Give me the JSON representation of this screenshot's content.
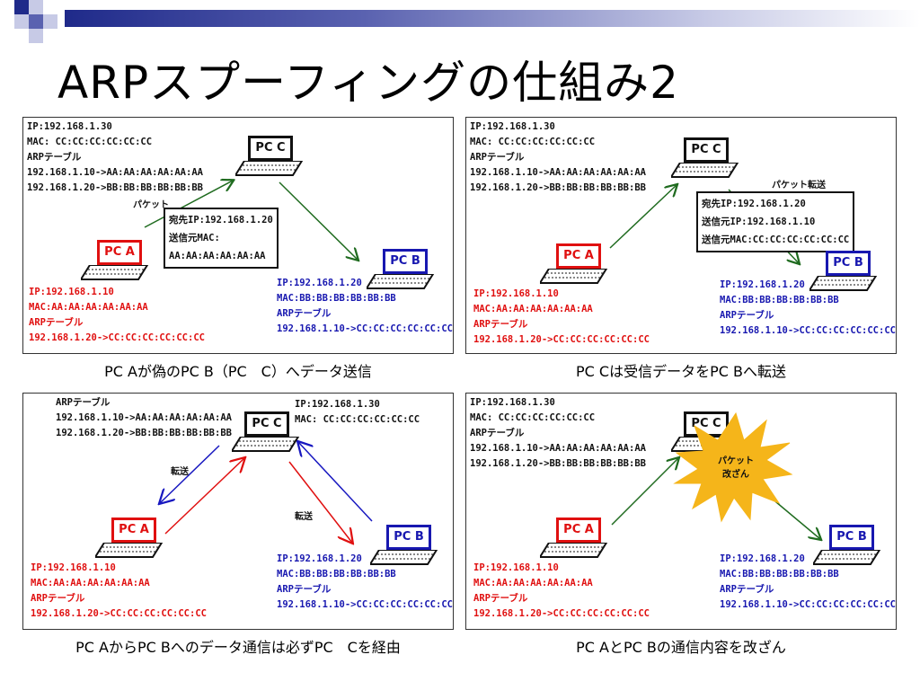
{
  "slide": {
    "title": "ARPスプーフィングの仕組み2"
  },
  "panels": [
    {
      "caption": "PC Aが偽のPC B（PC　C）へデータ送信",
      "pc_c": {
        "label": "PC C",
        "ip": "IP:192.168.1.30",
        "mac": "MAC: CC:CC:CC:CC:CC:CC",
        "arp_title": "ARPテーブル",
        "arp_rows": [
          "192.168.1.10->AA:AA:AA:AA:AA:AA",
          "192.168.1.20->BB:BB:BB:BB:BB:BB"
        ]
      },
      "pc_a": {
        "label": "PC A",
        "ip": "IP:192.168.1.10",
        "mac": "MAC:AA:AA:AA:AA:AA:AA",
        "arp_title": "ARPテーブル",
        "arp_rows": [
          "192.168.1.20->CC:CC:CC:CC:CC:CC"
        ]
      },
      "pc_b": {
        "label": "PC B",
        "ip": "IP:192.168.1.20",
        "mac": "MAC:BB:BB:BB:BB:BB:BB",
        "arp_title": "ARPテーブル",
        "arp_rows": [
          "192.168.1.10->CC:CC:CC:CC:CC:CC"
        ]
      },
      "packet_label": "パケット",
      "packet_lines": [
        "宛先IP:192.168.1.20",
        "送信元MAC:",
        "AA:AA:AA:AA:AA:AA"
      ]
    },
    {
      "caption": "PC Cは受信データをPC Bへ転送",
      "pc_c": {
        "label": "PC C",
        "ip": "IP:192.168.1.30",
        "mac": "MAC: CC:CC:CC:CC:CC:CC",
        "arp_title": "ARPテーブル",
        "arp_rows": [
          "192.168.1.10->AA:AA:AA:AA:AA:AA",
          "192.168.1.20->BB:BB:BB:BB:BB:BB"
        ]
      },
      "pc_a": {
        "label": "PC A",
        "ip": "IP:192.168.1.10",
        "mac": "MAC:AA:AA:AA:AA:AA:AA",
        "arp_title": "ARPテーブル",
        "arp_rows": [
          "192.168.1.20->CC:CC:CC:CC:CC:CC"
        ]
      },
      "pc_b": {
        "label": "PC B",
        "ip": "IP:192.168.1.20",
        "mac": "MAC:BB:BB:BB:BB:BB:BB",
        "arp_title": "ARPテーブル",
        "arp_rows": [
          "192.168.1.10->CC:CC:CC:CC:CC:CC"
        ]
      },
      "packet_label": "パケット転送",
      "packet_lines": [
        "宛先IP:192.168.1.20",
        "送信元IP:192.168.1.10",
        "送信元MAC:CC:CC:CC:CC:CC:CC"
      ]
    },
    {
      "caption": "PC AからPC Bへのデータ通信は必ずPC　Cを経由",
      "pc_c": {
        "label": "PC C",
        "ip": "IP:192.168.1.30",
        "mac": "MAC: CC:CC:CC:CC:CC:CC",
        "arp_title": "ARPテーブル",
        "arp_rows": [
          "192.168.1.10->AA:AA:AA:AA:AA:AA",
          "192.168.1.20->BB:BB:BB:BB:BB:BB"
        ]
      },
      "pc_a": {
        "label": "PC A",
        "ip": "IP:192.168.1.10",
        "mac": "MAC:AA:AA:AA:AA:AA:AA",
        "arp_title": "ARPテーブル",
        "arp_rows": [
          "192.168.1.20->CC:CC:CC:CC:CC:CC"
        ]
      },
      "pc_b": {
        "label": "PC B",
        "ip": "IP:192.168.1.20",
        "mac": "MAC:BB:BB:BB:BB:BB:BB",
        "arp_title": "ARPテーブル",
        "arp_rows": [
          "192.168.1.10->CC:CC:CC:CC:CC:CC"
        ]
      },
      "transfer_label_1": "転送",
      "transfer_label_2": "転送"
    },
    {
      "caption": "PC AとPC Bの通信内容を改ざん",
      "pc_c": {
        "label": "PC C",
        "ip": "IP:192.168.1.30",
        "mac": "MAC: CC:CC:CC:CC:CC:CC",
        "arp_title": "ARPテーブル",
        "arp_rows": [
          "192.168.1.10->AA:AA:AA:AA:AA:AA",
          "192.168.1.20->BB:BB:BB:BB:BB:BB"
        ]
      },
      "pc_a": {
        "label": "PC A",
        "ip": "IP:192.168.1.10",
        "mac": "MAC:AA:AA:AA:AA:AA:AA",
        "arp_title": "ARPテーブル",
        "arp_rows": [
          "192.168.1.20->CC:CC:CC:CC:CC:CC"
        ]
      },
      "pc_b": {
        "label": "PC B",
        "ip": "IP:192.168.1.20",
        "mac": "MAC:BB:BB:BB:BB:BB:BB",
        "arp_title": "ARPテーブル",
        "arp_rows": [
          "192.168.1.10->CC:CC:CC:CC:CC:CC"
        ]
      },
      "burst_lines": [
        "パケット",
        "改ざん"
      ]
    }
  ],
  "colors": {
    "pc_a": "#e01010",
    "pc_b": "#1818b0",
    "pc_c": "#111111",
    "arrow_green": "#1f6b1f",
    "arrow_red": "#e01010",
    "arrow_blue": "#1818c0",
    "burst": "#f5b51a"
  },
  "icons": [
    "laptop-icon",
    "starburst-icon",
    "arrow-icon"
  ]
}
